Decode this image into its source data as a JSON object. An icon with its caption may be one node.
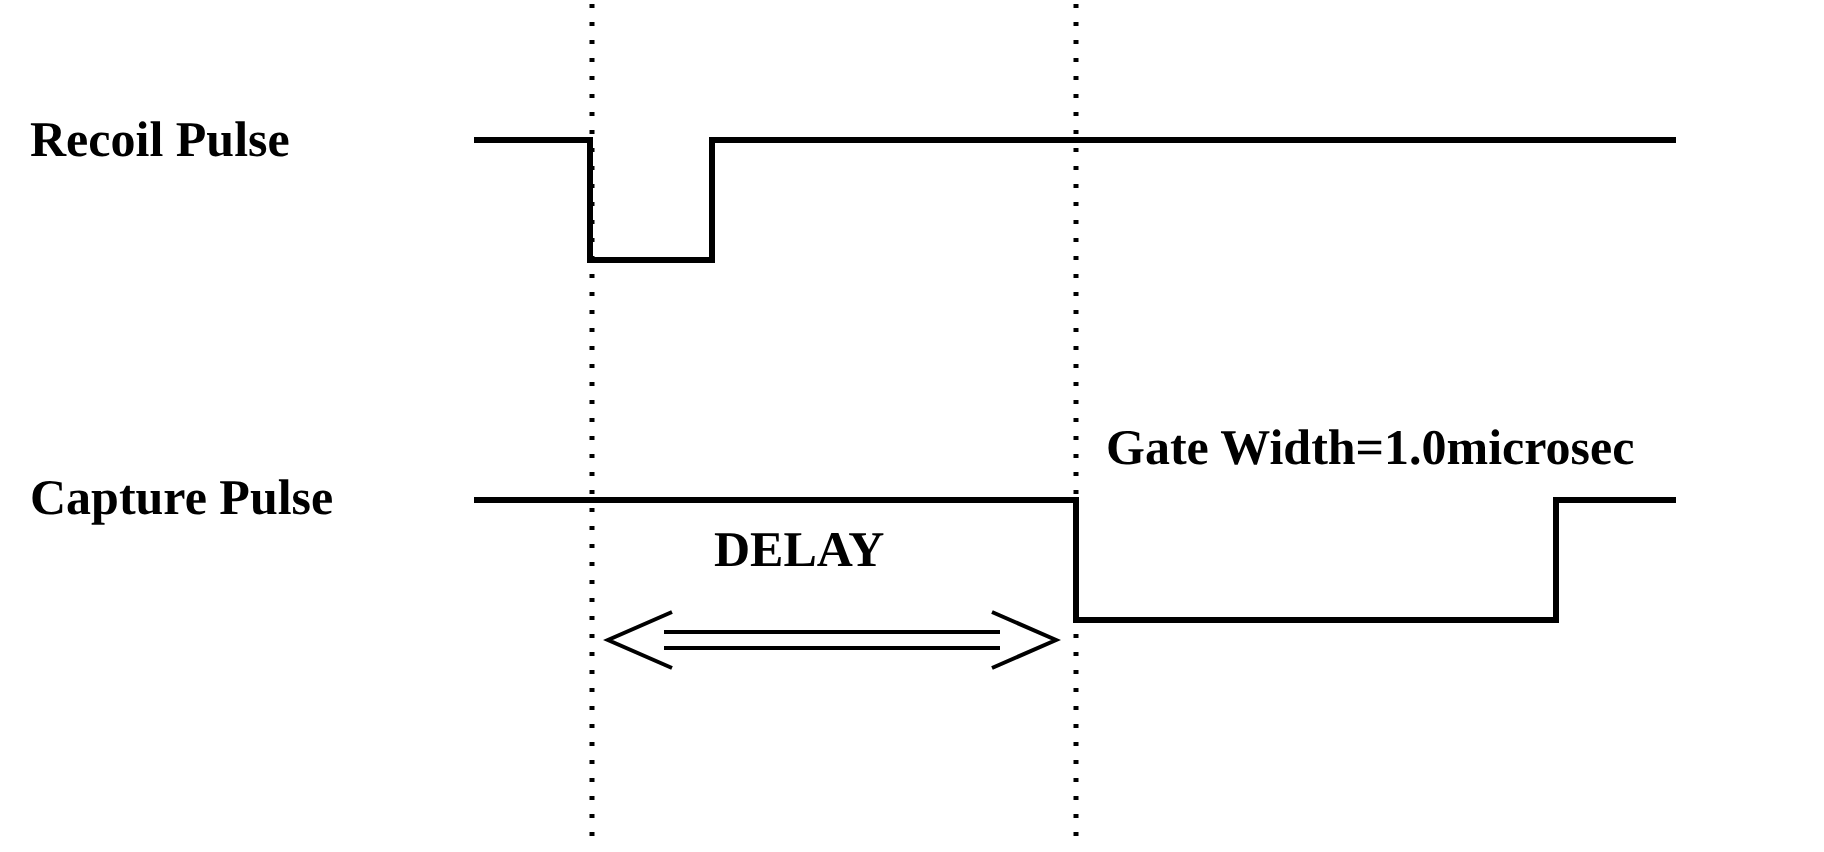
{
  "diagram": {
    "labels": [
      "Recoil Pulse",
      "Capture Pulse",
      "Gate Width=1.0microsec",
      "DELAY"
    ]
  }
}
